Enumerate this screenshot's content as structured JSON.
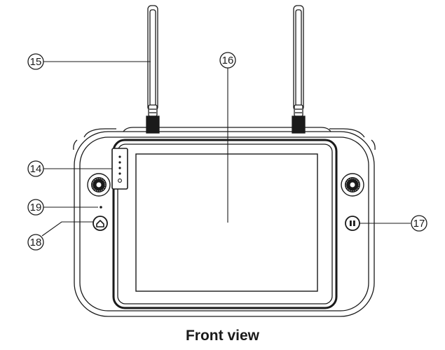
{
  "caption": "Front view",
  "callouts": {
    "c14": "14",
    "c15": "15",
    "c16": "16",
    "c17": "17",
    "c18": "18",
    "c19": "19"
  },
  "colors": {
    "line": "#1a1a1a",
    "background": "#ffffff"
  }
}
